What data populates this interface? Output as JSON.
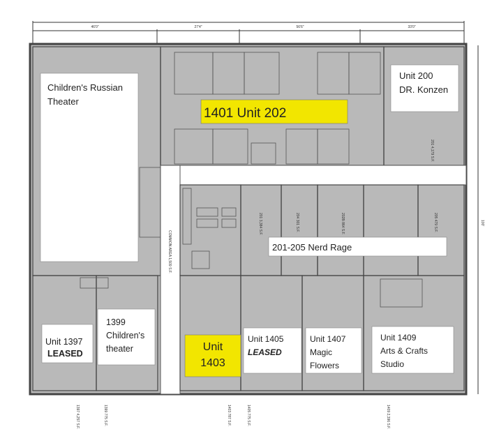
{
  "dimensions": {
    "top": [
      "46'0\"",
      "27'4\"",
      "56'6\"",
      "33'0\""
    ],
    "right": "100'"
  },
  "units": {
    "russian_theater": [
      "Children's Russian",
      "Theater"
    ],
    "unit_202": "1401 Unit 202",
    "unit_200": [
      "Unit 200",
      "DR. Konzen"
    ],
    "nerd_rage": "201-205 Nerd Rage",
    "unit_1397": [
      "Unit 1397",
      "LEASED"
    ],
    "unit_1399": [
      "1399",
      "Children's",
      "theater"
    ],
    "unit_1403": [
      "Unit",
      "1403"
    ],
    "unit_1405": [
      "Unit 1405",
      "LEASED"
    ],
    "unit_1407": [
      "Unit 1407",
      "Magic",
      "Flowers"
    ],
    "unit_1409": [
      "Unit 1409",
      "Arts & Crafts",
      "Studio"
    ]
  },
  "small_labels": {
    "common_area": [
      "COMMON AREA",
      "1,509 S.F."
    ],
    "room_201_top": [
      "201",
      "4,179 S.F."
    ],
    "room_201": [
      "201",
      "3,384 S.F."
    ],
    "room_204": [
      "204",
      "301 S.F."
    ],
    "room_202b": [
      "202B",
      "864 S.F."
    ],
    "room_205": [
      "205",
      "479 S.F."
    ],
    "bottom": [
      [
        "1397",
        "4,257 S.F."
      ],
      [
        "1399",
        "775 S.F."
      ],
      [
        "1403",
        "787 S.F."
      ],
      [
        "1405",
        "775 S.F."
      ],
      [
        "1409",
        "2,396 S.F."
      ]
    ]
  },
  "colors": {
    "highlight_yellow": "#f2e600",
    "wall": "#444444",
    "room_gray": "#b9b9b9",
    "room_light": "#d9d9d9",
    "room_dark": "#9a9a9a"
  }
}
